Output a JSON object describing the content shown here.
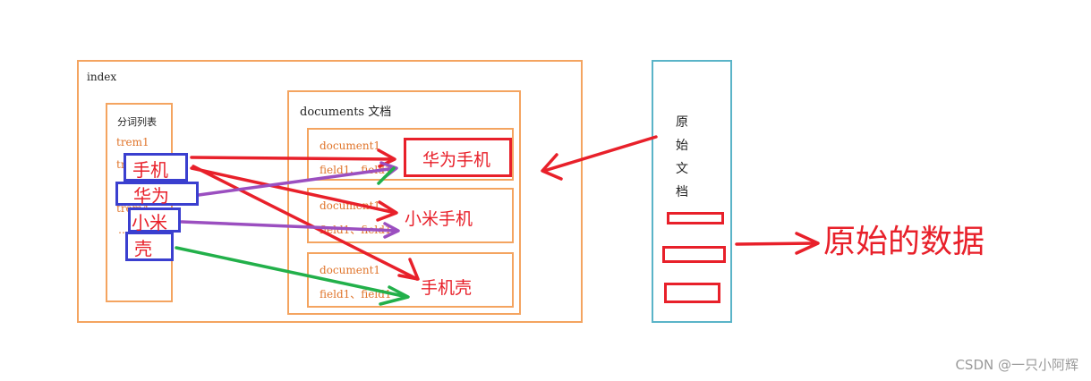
{
  "index": {
    "label": "index",
    "term_list": {
      "title": "分词列表",
      "items": [
        "trem1",
        "trem2",
        "trem3",
        "trem4",
        "…"
      ]
    },
    "documents": {
      "title": "documents 文档",
      "docs": [
        {
          "name": "document1",
          "fields": "field1、field1"
        },
        {
          "name": "document1",
          "fields": "field1、field1"
        },
        {
          "name": "document1",
          "fields": "field1、field1"
        }
      ]
    }
  },
  "terms": [
    "手机",
    "华为",
    "小米",
    "壳"
  ],
  "doc_values": [
    "华为手机",
    "小米手机",
    "手机壳"
  ],
  "raw_doc": {
    "chars": [
      "原",
      "始",
      "文",
      "档"
    ]
  },
  "raw_data_label": "原始的数据",
  "watermark": "CSDN @一只小阿辉",
  "colors": {
    "orange": "#f4a460",
    "red": "#e8202a",
    "blue": "#3a3fcf",
    "purple": "#9b4fc0",
    "green": "#22b04a",
    "cyan": "#5ab4c8"
  }
}
